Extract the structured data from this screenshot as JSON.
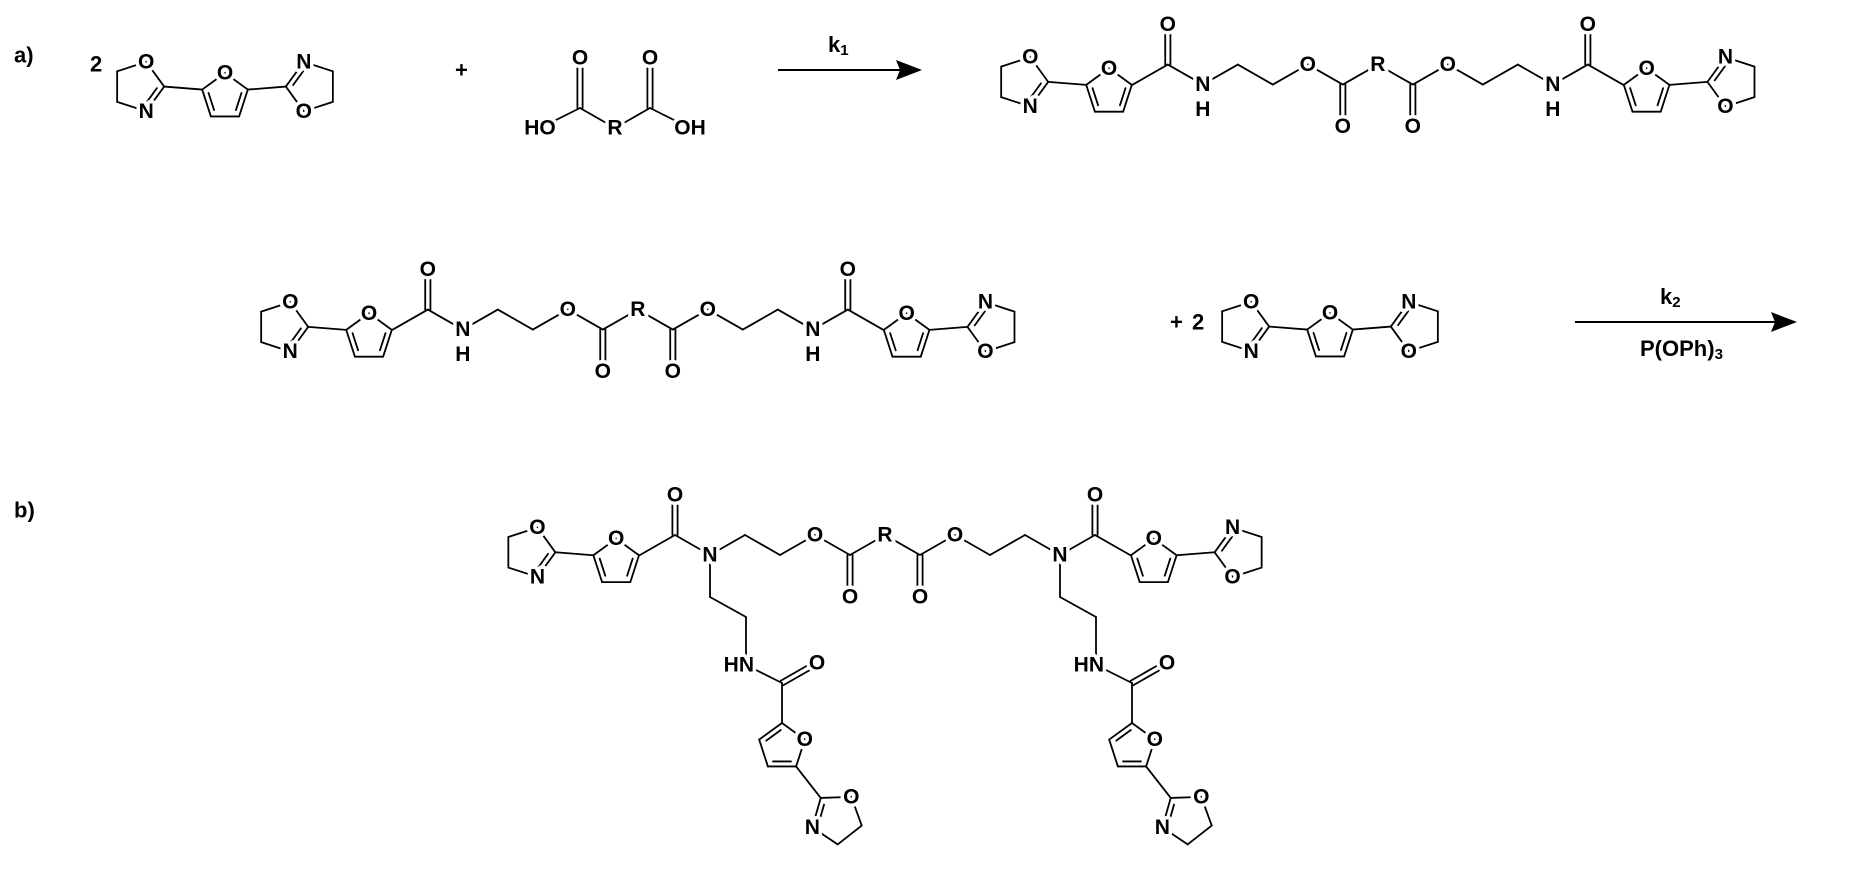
{
  "panels": {
    "a": "a)",
    "b": "b)"
  },
  "atoms": {
    "O": "O",
    "N": "N",
    "H": "H",
    "HN": "HN",
    "HO": "HO",
    "OH": "OH",
    "R": "R"
  },
  "reaction1": {
    "coefficient": "2",
    "plus": "+",
    "catalyst": {
      "symbol": "k",
      "subscript": "1"
    }
  },
  "reaction2": {
    "plus": "+",
    "coefficient": "2",
    "catalyst": {
      "symbol": "k",
      "subscript": "2"
    },
    "reagent": {
      "text": "P(OPh)",
      "subscript": "3"
    }
  }
}
